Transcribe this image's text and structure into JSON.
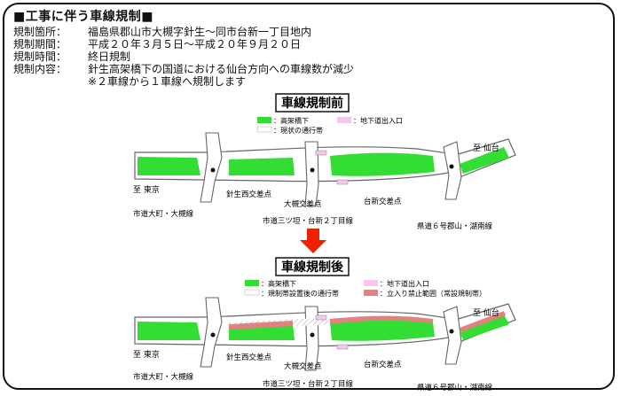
{
  "header": {
    "title": "■工事に伴う車線規制■",
    "rows": [
      {
        "label": "規制箇所：",
        "value": "福島県郡山市大槻字針生～同市台新一丁目地内"
      },
      {
        "label": "規制期間：",
        "value": "平成２０年３月５日～平成２０年９月２０日"
      },
      {
        "label": "規制時間：",
        "value": "終日規制"
      },
      {
        "label": "規制内容：",
        "value": "針生高架橋下の国道における仙台方向への車線数が減少"
      }
    ],
    "note": "※２車線から１車線へ規制します"
  },
  "before": {
    "heading": "車線規制前",
    "legend": {
      "viaduct": "：高架橋下",
      "underpass": "：地下道出入口",
      "current_lanes": "：現状の通行帯"
    },
    "labels": {
      "to_sendai": "至 仙台",
      "to_tokyo": "至 東京",
      "hariu_west": "針生西交差点",
      "otsuki": "大槻交差点",
      "daishin": "台新交差点",
      "city_road_left": "市道大町・大槻線",
      "city_road_mid": "市道三ツ坦・台新２丁目線",
      "pref_road": "県道６号郡山・湖南線"
    }
  },
  "after": {
    "heading": "車線規制後",
    "legend": {
      "viaduct": "：高架橋下",
      "underpass": "：地下道出入口",
      "regulated_lanes": "：規制帯設置後の通行帯",
      "no_entry": "：立入り禁止範囲（常設規制帯）"
    },
    "labels": {
      "to_sendai": "至 仙台",
      "to_tokyo": "至 東京",
      "hariu_west": "針生西交差点",
      "otsuki": "大槻交差点",
      "daishin": "台新交差点",
      "city_road_left": "市道大町・大槻線",
      "city_road_mid": "市道三ツ坦・台新２丁目線",
      "pref_road": "県道６号郡山・湖南線"
    }
  },
  "colors": {
    "viaduct": "#33dd33",
    "underpass": "#f5c8ee",
    "no_entry": "#e58080",
    "arrow": "#ee2200",
    "road_edge": "#666666"
  },
  "icons": {
    "down_arrow": "down-arrow-icon"
  }
}
